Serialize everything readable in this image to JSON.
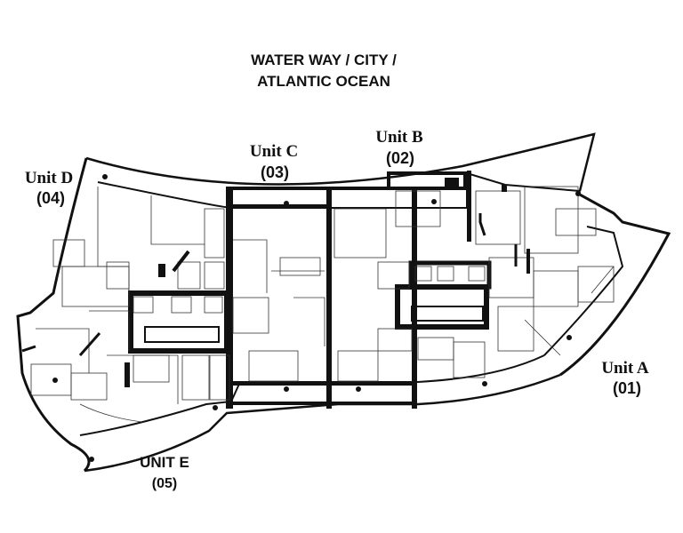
{
  "header": {
    "line1": "WATER WAY / CITY /",
    "line2": "ATLANTIC OCEAN"
  },
  "units": {
    "a": {
      "name": "Unit A",
      "number": "(01)"
    },
    "b": {
      "name": "Unit B",
      "number": "(02)"
    },
    "c": {
      "name": "Unit C",
      "number": "(03)"
    },
    "d": {
      "name": "Unit D",
      "number": "(04)"
    },
    "e": {
      "name": "UNIT E",
      "number": "(05)"
    }
  }
}
